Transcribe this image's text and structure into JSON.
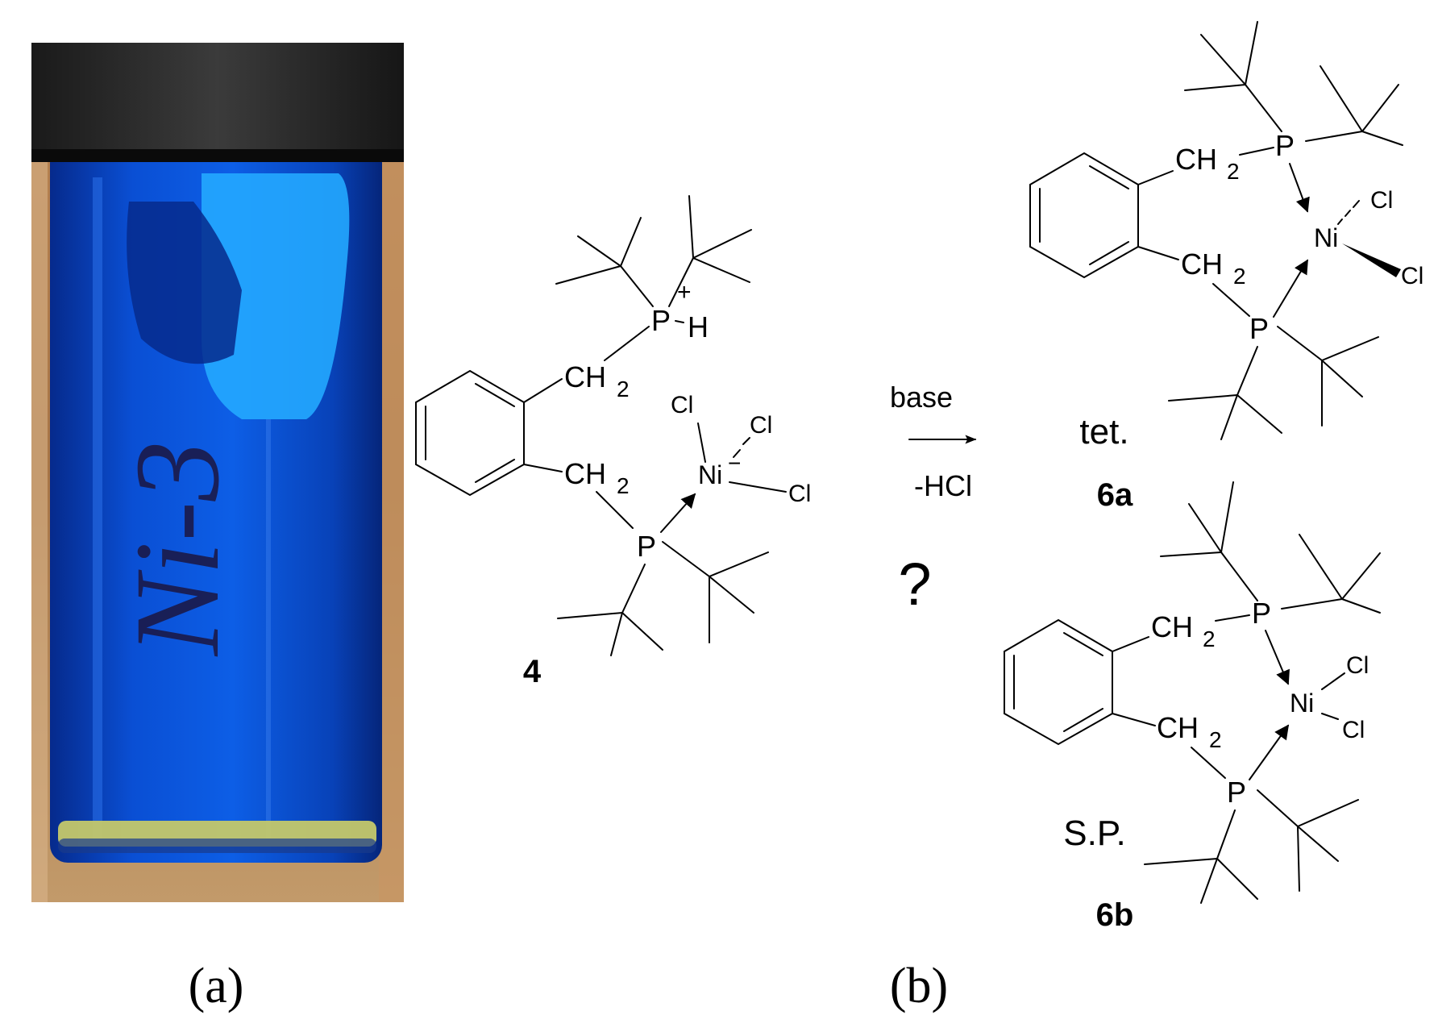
{
  "panel_a": {
    "photo": "blue-solution-vial-icon",
    "vial_marking": "Ni-3",
    "caption": "(a)"
  },
  "panel_b": {
    "caption": "(b)",
    "reactant": {
      "id": "4",
      "atoms": {
        "p_plus": "P",
        "plus_sign": "+",
        "h": "H",
        "ch2_top": "CH",
        "ch2_top_sub": "2",
        "ch2_bot": "CH",
        "ch2_bot_sub": "2",
        "p": "P",
        "ni": "Ni",
        "minus_sign": "−",
        "cl1": "Cl",
        "cl2": "Cl",
        "cl3": "Cl"
      }
    },
    "arrow": {
      "above": "base",
      "below": "-HCl",
      "question": "?"
    },
    "product_a": {
      "id": "6a",
      "geometry": "tet.",
      "atoms": {
        "ch2_top": "CH",
        "ch2_top_sub": "2",
        "p_top": "P",
        "ni": "Ni",
        "cl1": "Cl",
        "cl2": "Cl",
        "ch2_bot": "CH",
        "ch2_bot_sub": "2",
        "p_bot": "P"
      }
    },
    "product_b": {
      "id": "6b",
      "geometry": "S.P.",
      "atoms": {
        "ch2_top": "CH",
        "ch2_top_sub": "2",
        "p_top": "P",
        "ni": "Ni",
        "cl1": "Cl",
        "cl2": "Cl",
        "ch2_bot": "CH",
        "ch2_bot_sub": "2",
        "p_bot": "P"
      }
    }
  }
}
